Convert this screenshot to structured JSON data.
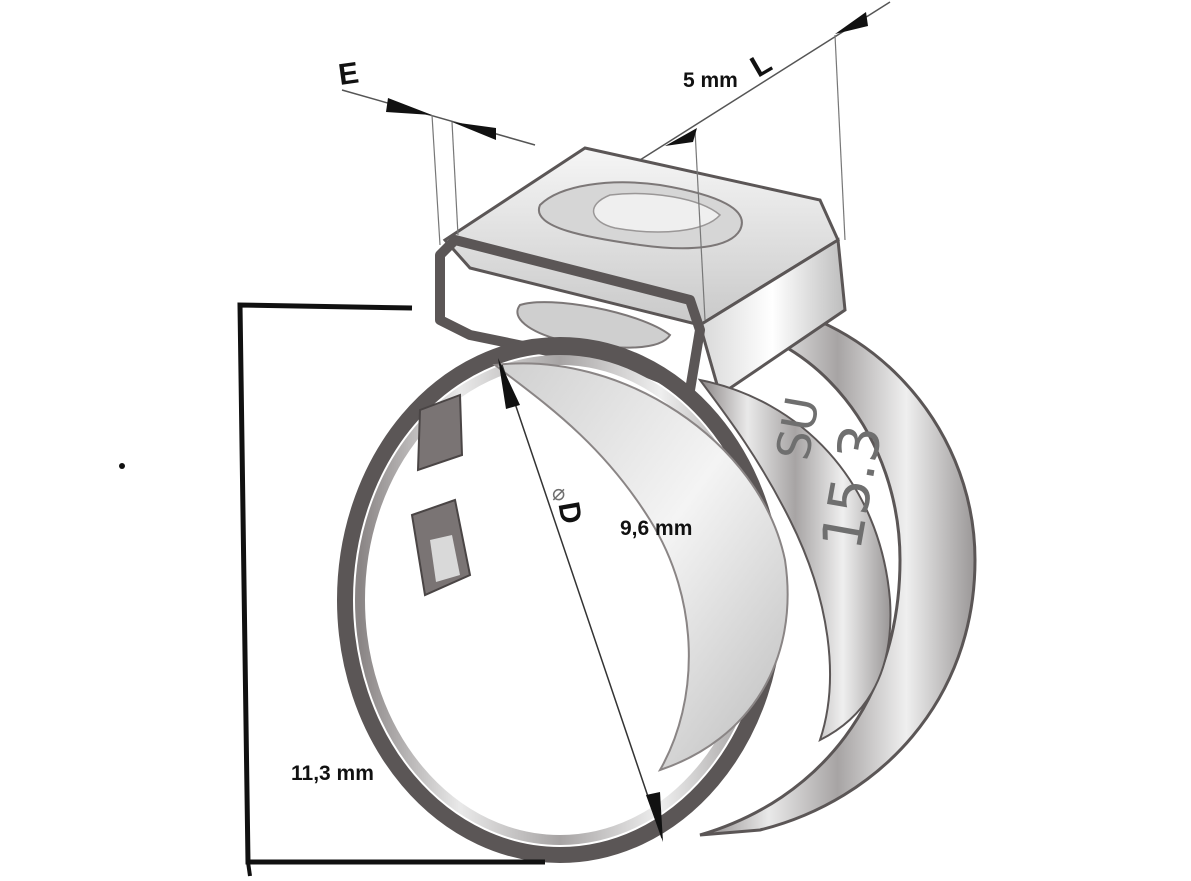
{
  "labels": {
    "e_letter": "E",
    "l_letter": "L",
    "d_letter": "D",
    "diameter_symbol": "⌀",
    "width_value": "5 mm",
    "inner_diameter_value": "9,6 mm",
    "height_value": "11,3 mm"
  },
  "clamp": {
    "mark_brand": "SU",
    "mark_size": "15.3"
  },
  "colors": {
    "metal_light": "#eeeeee",
    "metal_mid": "#b9b9b9",
    "metal_dark": "#5b5656",
    "line": "#111111",
    "background": "#ffffff"
  }
}
